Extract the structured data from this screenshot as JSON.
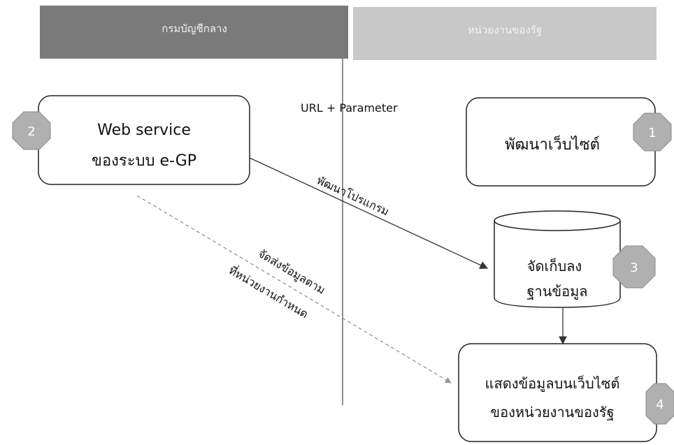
{
  "headers": {
    "left": "กรมบัญชีกลาง",
    "right": "หน่วยงานของรัฐ"
  },
  "boxes": {
    "web_service_line1": "Web service",
    "web_service_line2": "ของระบบ e-GP",
    "develop_website": "พัฒนาเว็บไซต์",
    "database_line1": "จัดเก็บลง",
    "database_line2": "ฐานข้อมูล",
    "display_line1": "แสดงข้อมูลบนเว็บไซต์",
    "display_line2": "ของหน่วยงานของรัฐ"
  },
  "labels": {
    "url_param": "URL + Parameter",
    "develop_program": "พัฒนาโปรแกรม",
    "send_line1": "จัดส่งข้อมูลตาม",
    "send_line2": "ที่หน่วยงานกำหนด"
  },
  "badges": {
    "one": "1",
    "two": "2",
    "three": "3",
    "four": "4"
  },
  "colors": {
    "header_left": "#7a7a7a",
    "header_right": "#c8c8c8",
    "badge": "#b0b0b0"
  }
}
